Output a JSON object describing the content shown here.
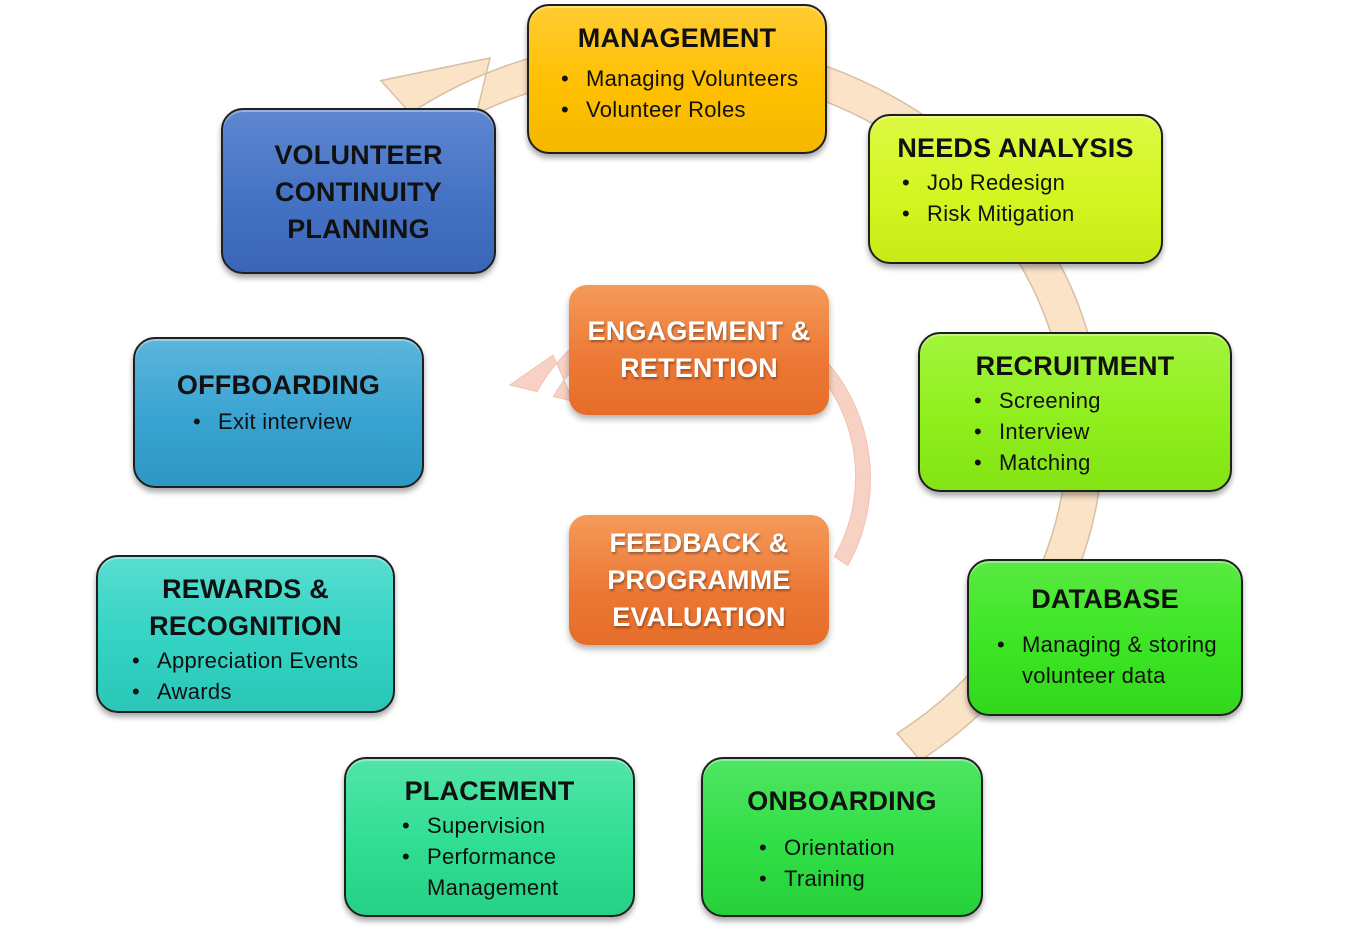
{
  "colors": {
    "ring_fill": "#fbe3c8",
    "ring_stroke": "#d7bfa4",
    "inner_arrow": "#f7d2c4",
    "management": "#ffc000",
    "needs_analysis": "#d4f520",
    "recruitment": "#8fef1c",
    "database": "#3ce524",
    "onboarding": "#30df45",
    "placement": "#2fde93",
    "rewards": "#33d3c4",
    "offboarding": "#38a3d1",
    "continuity": "#4472c4",
    "pill": "#ec7734"
  },
  "stages": {
    "management": {
      "title_lines": [
        "MANAGEMENT"
      ],
      "items": [
        "Managing Volunteers",
        "Volunteer Roles"
      ]
    },
    "needs_analysis": {
      "title_lines": [
        "NEEDS ANALYSIS"
      ],
      "items": [
        "Job Redesign",
        "Risk Mitigation"
      ]
    },
    "recruitment": {
      "title_lines": [
        "RECRUITMENT"
      ],
      "items": [
        "Screening",
        "Interview",
        "Matching"
      ]
    },
    "database": {
      "title_lines": [
        "DATABASE"
      ],
      "items": [
        "Managing & storing volunteer data"
      ]
    },
    "onboarding": {
      "title_lines": [
        "ONBOARDING"
      ],
      "items": [
        "Orientation",
        "Training"
      ]
    },
    "placement": {
      "title_lines": [
        "PLACEMENT"
      ],
      "items": [
        "Supervision",
        "Performance Management"
      ]
    },
    "rewards": {
      "title_lines": [
        "REWARDS &",
        "RECOGNITION"
      ],
      "items": [
        "Appreciation Events",
        "Awards"
      ]
    },
    "offboarding": {
      "title_lines": [
        "OFFBOARDING"
      ],
      "items": [
        "Exit interview"
      ]
    },
    "continuity": {
      "title_lines": [
        "VOLUNTEER",
        "CONTINUITY",
        "PLANNING"
      ],
      "items": []
    }
  },
  "center": {
    "engagement": "ENGAGEMENT & RETENTION",
    "feedback": "FEEDBACK & PROGRAMME EVALUATION"
  }
}
